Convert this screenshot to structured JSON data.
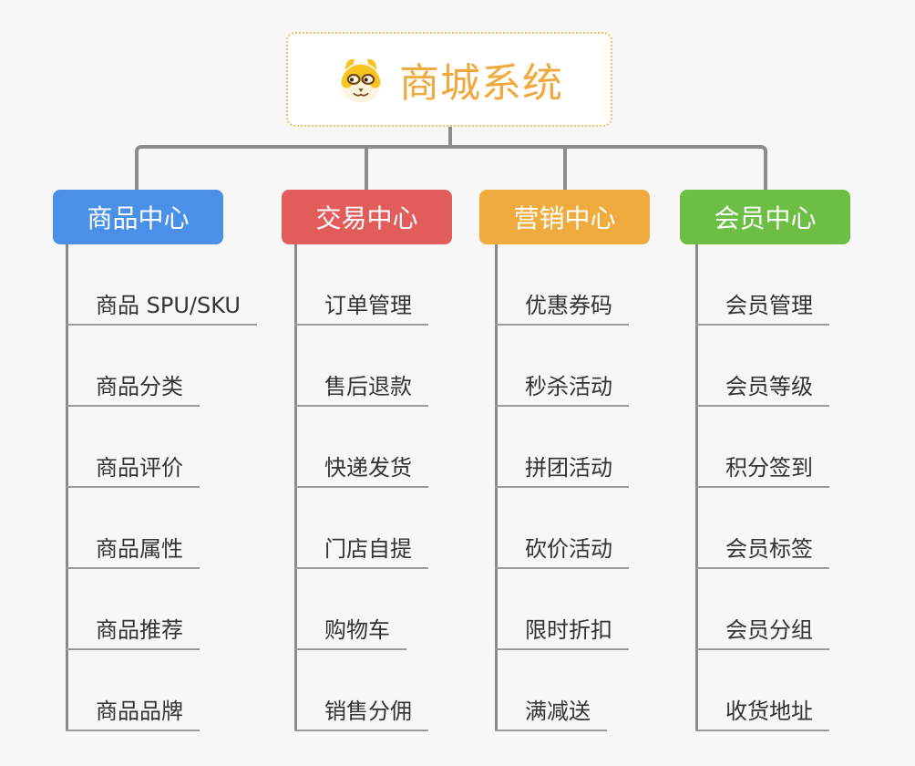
{
  "background": "#f7f7f7",
  "connector_color": "#8c8c8c",
  "root": {
    "title": "商城系统",
    "icon": "shiba-dog-icon",
    "title_color": "#efa93f",
    "border_color": "#f0bb66"
  },
  "branches": [
    {
      "label": "商品中心",
      "color": "#4a90e8",
      "items": [
        "商品 SPU/SKU",
        "商品分类",
        "商品评价",
        "商品属性",
        "商品推荐",
        "商品品牌"
      ]
    },
    {
      "label": "交易中心",
      "color": "#e25c5c",
      "items": [
        "订单管理",
        "售后退款",
        "快递发货",
        "门店自提",
        "购物车",
        "销售分佣"
      ]
    },
    {
      "label": "营销中心",
      "color": "#efab3d",
      "items": [
        "优惠券码",
        "秒杀活动",
        "拼团活动",
        "砍价活动",
        "限时折扣",
        "满减送"
      ]
    },
    {
      "label": "会员中心",
      "color": "#6cbe45",
      "items": [
        "会员管理",
        "会员等级",
        "积分签到",
        "会员标签",
        "会员分组",
        "收货地址"
      ]
    }
  ]
}
